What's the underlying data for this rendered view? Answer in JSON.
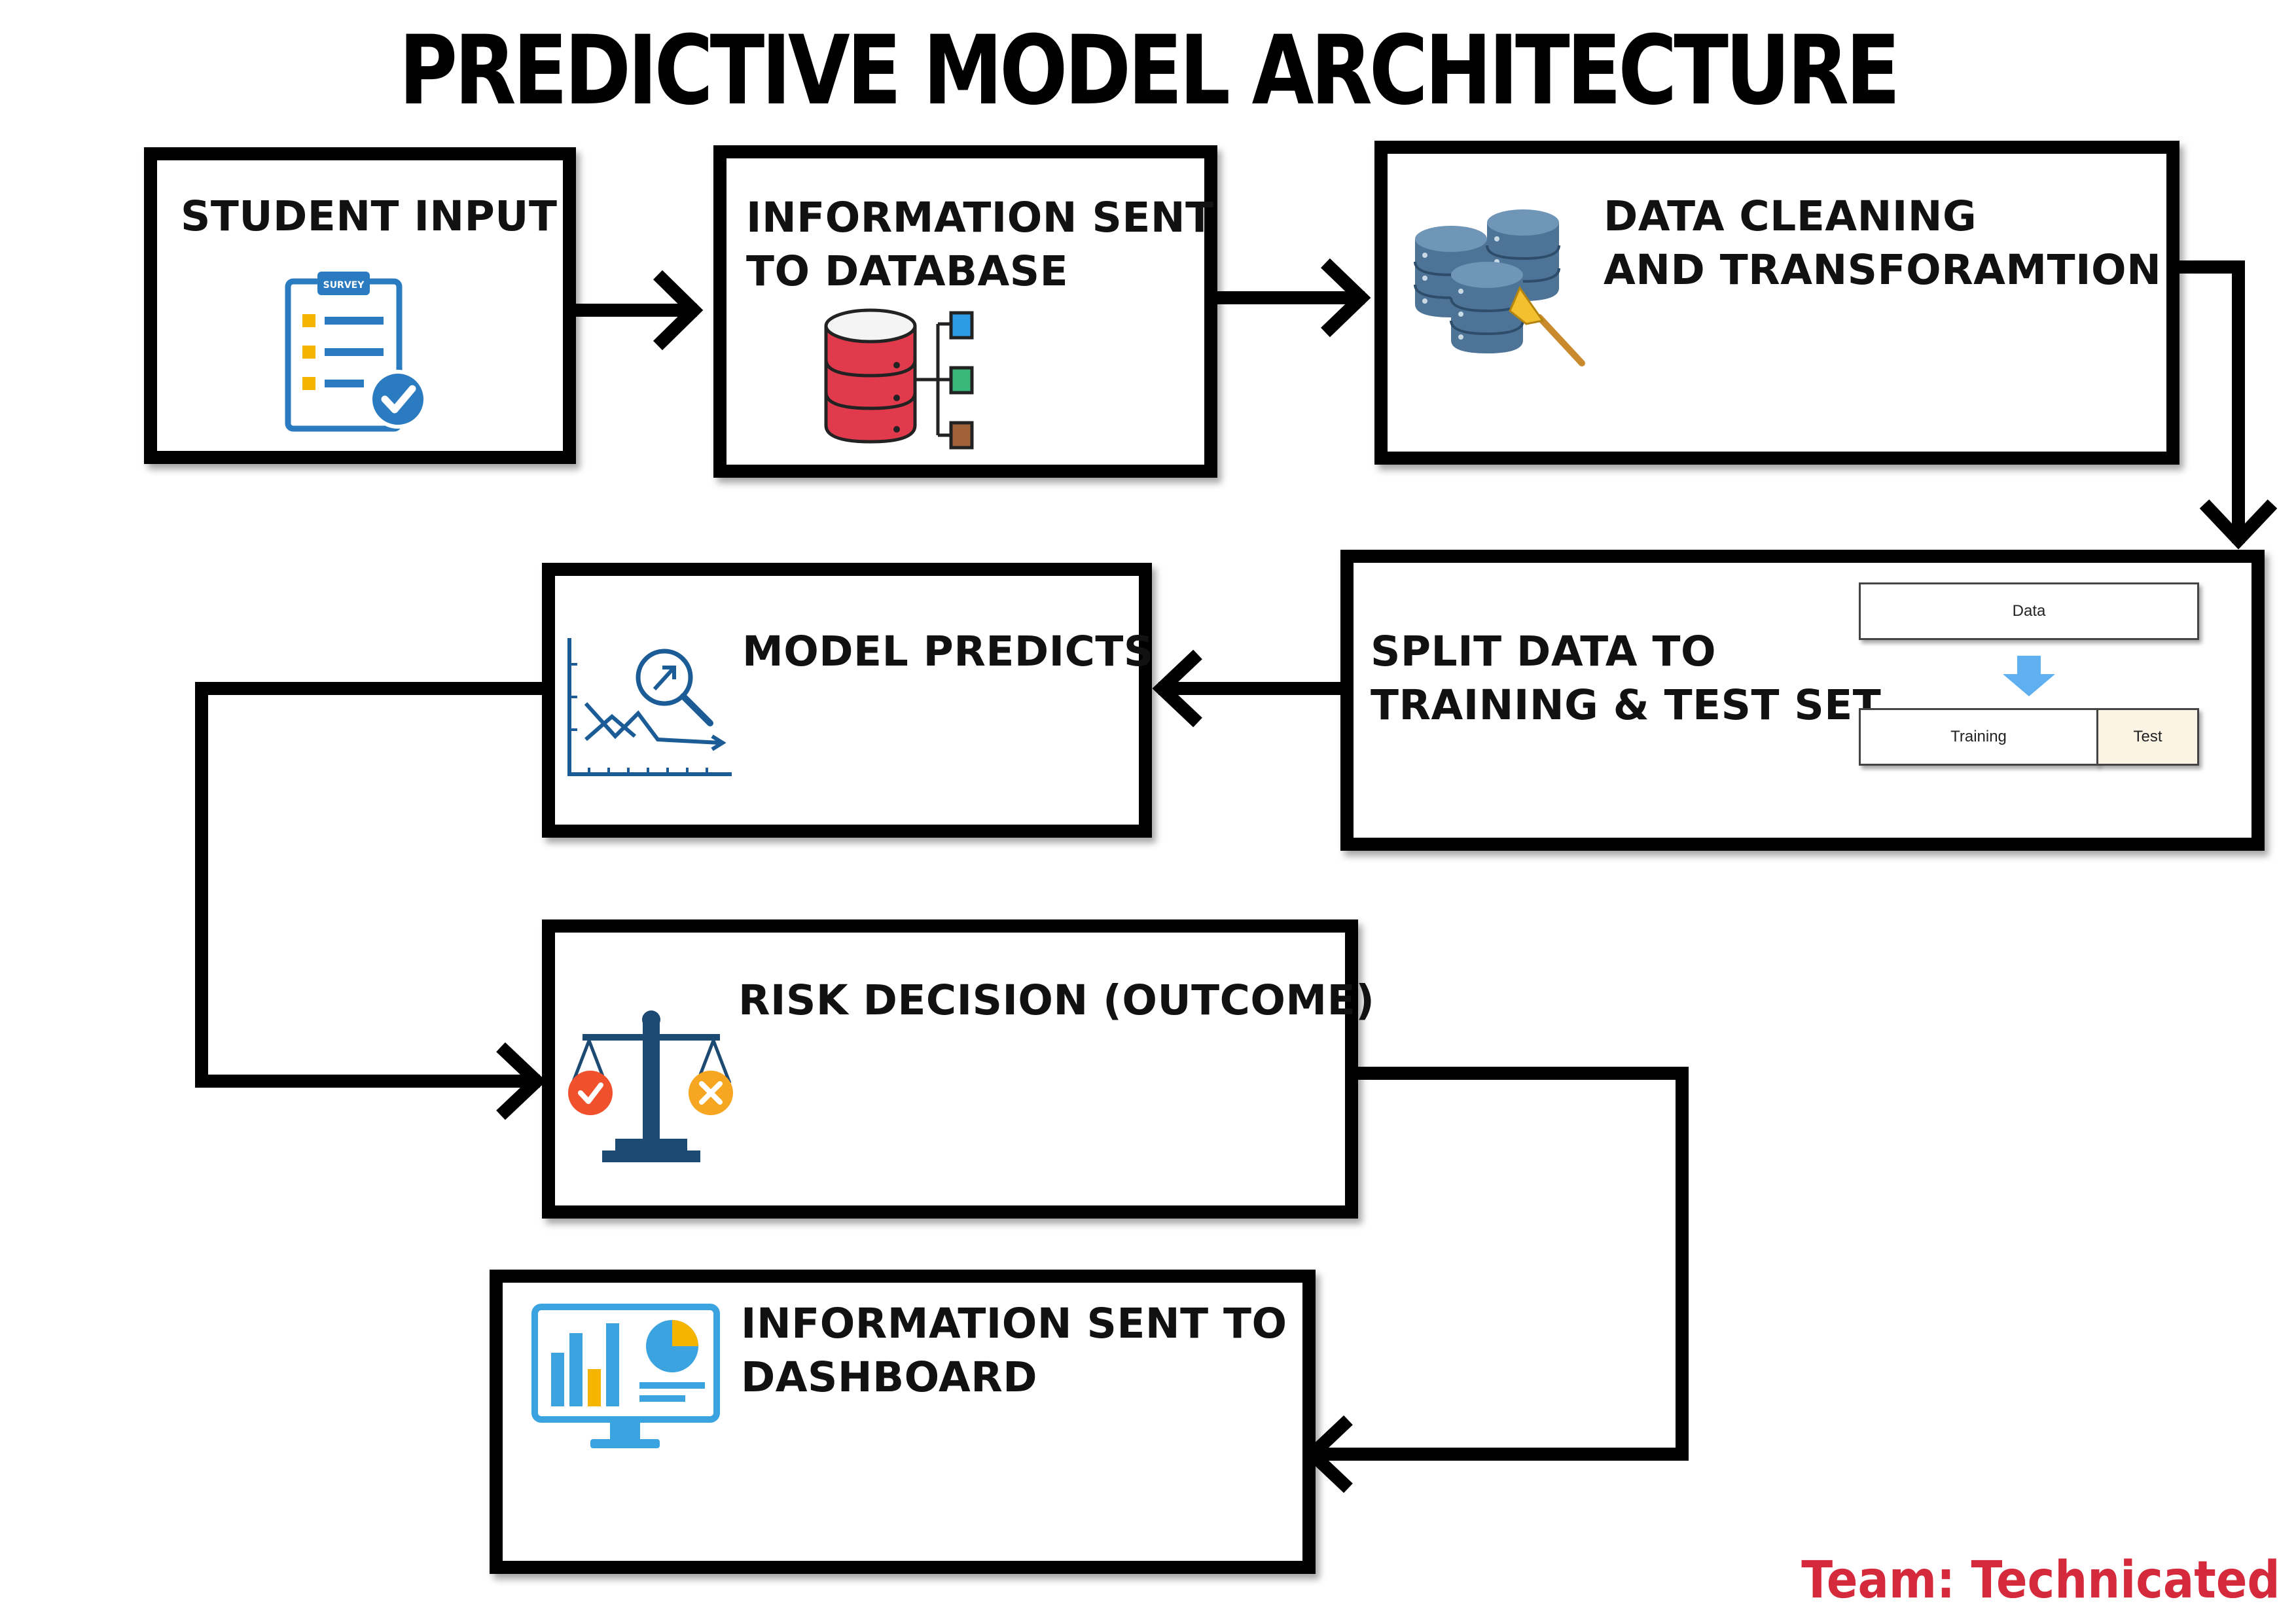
{
  "title": "PREDICTIVE MODEL ARCHITECTURE",
  "steps": [
    {
      "lines": [
        "STUDENT INPUT"
      ],
      "icon": "survey-clipboard-icon",
      "icon_text": "SURVEY"
    },
    {
      "lines": [
        "INFORMATION SENT",
        "TO DATABASE"
      ],
      "icon": "database-icon"
    },
    {
      "lines": [
        "DATA CLEANING",
        "AND TRANSFORAMTION"
      ],
      "icon": "database-cleaning-icon"
    },
    {
      "lines": [
        "SPLIT DATA TO",
        "TRAINING & TEST SET"
      ],
      "icon": "data-split-diagram",
      "split": {
        "data": "Data",
        "training": "Training",
        "test": "Test"
      }
    },
    {
      "lines": [
        "MODEL PREDICTS"
      ],
      "icon": "chart-analysis-icon"
    },
    {
      "lines": [
        "RISK DECISION (OUTCOME)"
      ],
      "icon": "balance-scale-icon"
    },
    {
      "lines": [
        "INFORMATION SENT TO",
        "DASHBOARD"
      ],
      "icon": "dashboard-monitor-icon"
    }
  ],
  "team": "Team: Technicated",
  "colors": {
    "team_red": "#d42a3c",
    "db_red": "#e23a4d",
    "db_blue": "#4d7396",
    "icon_blue": "#2b7bc0",
    "icon_yellow": "#f4b400",
    "scale_navy": "#1d4a73",
    "scale_orange": "#f0512c",
    "scale_amber": "#f7a622",
    "monitor_blue": "#3aa3e0",
    "split_arrow": "#5fb0f0"
  }
}
